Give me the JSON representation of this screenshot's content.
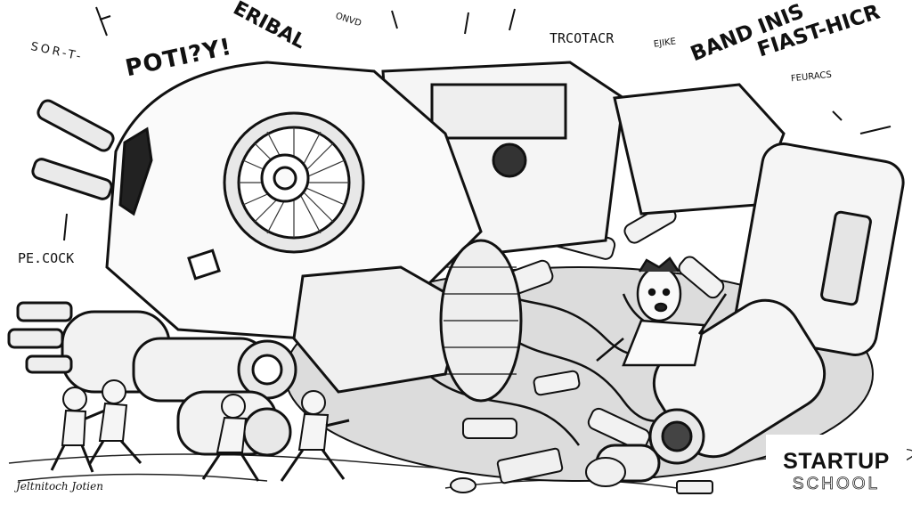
{
  "labels": {
    "potiyi": "POTI?Y!",
    "eribal": "ERIBAL",
    "sort": "SOR-T-",
    "onvd": "ONVD",
    "trcotacr": "TRCOTACR",
    "ejike": "EJIKE",
    "band_inis": "BAND INIS",
    "fiast_hicr": "FIAST-HICR",
    "feuracs": "FEURACS",
    "pecock": "PE.COCK",
    "signature": "Jeltnitoch Jotien"
  },
  "logo": {
    "line1": "STARTUP",
    "line2": "SCHOOL"
  },
  "colors": {
    "ink": "#111111",
    "paper": "#ffffff",
    "metal": "#e9e9e9",
    "shadow": "#3a3a3a"
  },
  "description_icons": [
    "robot-head-icon",
    "fallen-robot-body",
    "cable-pile",
    "running-people"
  ]
}
